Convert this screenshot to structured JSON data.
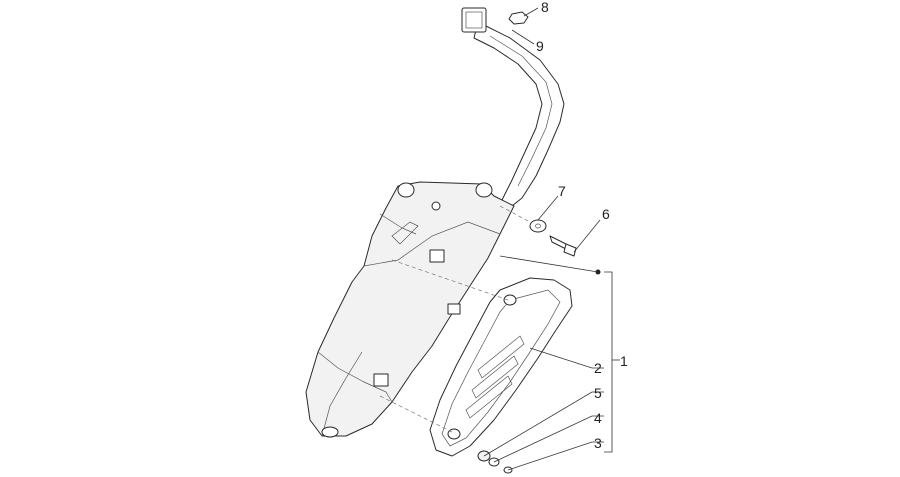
{
  "callouts": [
    {
      "id": "1",
      "label": "1"
    },
    {
      "id": "2",
      "label": "2"
    },
    {
      "id": "3",
      "label": "3"
    },
    {
      "id": "4",
      "label": "4"
    },
    {
      "id": "5",
      "label": "5"
    },
    {
      "id": "6",
      "label": "6"
    },
    {
      "id": "7",
      "label": "7"
    },
    {
      "id": "8",
      "label": "8"
    },
    {
      "id": "9",
      "label": "9"
    }
  ],
  "colors": {
    "line": "#2a2a2a",
    "background": "#ffffff"
  }
}
